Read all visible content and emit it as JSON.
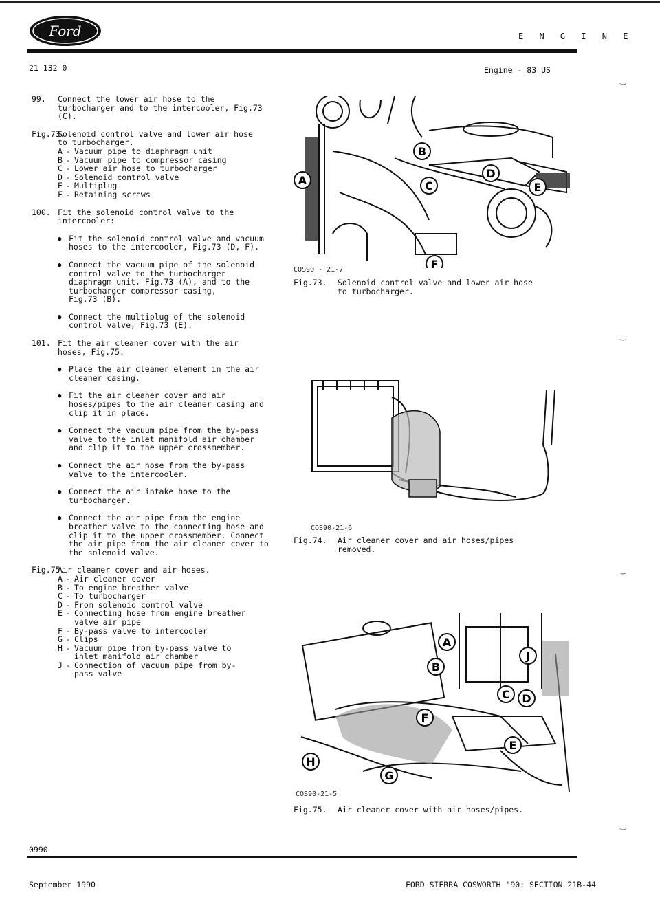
{
  "header": {
    "logo_text": "Ford",
    "title": "E N G I N E",
    "doc_number": "21 132 0",
    "section": "Engine - 83 US"
  },
  "steps": {
    "s99": {
      "num": "99.",
      "lines": [
        "Connect the lower air hose to the",
        "turbocharger and to the intercooler, Fig.73",
        "(C)."
      ]
    },
    "fig73_list": {
      "num": "Fig.73.",
      "lines": [
        "Solenoid control valve and lower air hose",
        "to turbocharger."
      ],
      "items": [
        {
          "k": "A",
          "v": "Vacuum pipe to diaphragm unit"
        },
        {
          "k": "B",
          "v": "Vacuum pipe to compressor casing"
        },
        {
          "k": "C",
          "v": "Lower air hose to turbocharger"
        },
        {
          "k": "D",
          "v": "Solenoid control valve"
        },
        {
          "k": "E",
          "v": "Multiplug"
        },
        {
          "k": "F",
          "v": "Retaining screws"
        }
      ]
    },
    "s100": {
      "num": "100.",
      "lines": [
        "Fit the solenoid control valve to the",
        "intercooler:"
      ]
    },
    "s100_b1": [
      "Fit the solenoid control valve and vacuum",
      "hoses to the intercooler, Fig.73 (D, F)."
    ],
    "s100_b2": [
      "Connect the vacuum pipe of the solenoid",
      "control valve to the turbocharger",
      "diaphragm unit, Fig.73 (A), and to the",
      "turbocharger compressor casing,",
      "Fig.73 (B)."
    ],
    "s100_b3": [
      "Connect the multiplug of the solenoid",
      "control valve, Fig.73 (E)."
    ],
    "s101": {
      "num": "101.",
      "lines": [
        "Fit the air cleaner cover with the air",
        "hoses, Fig.75."
      ]
    },
    "s101_b1": [
      "Place the air cleaner element in the air",
      "cleaner casing."
    ],
    "s101_b2": [
      "Fit the air cleaner cover and air",
      "hoses/pipes to the air cleaner casing and",
      "clip it in place."
    ],
    "s101_b3": [
      "Connect the vacuum pipe from the by-pass",
      "valve to the inlet manifold air chamber",
      "and clip it to the upper crossmember."
    ],
    "s101_b4": [
      "Connect the air hose from the by-pass",
      "valve to the intercooler."
    ],
    "s101_b5": [
      "Connect the air intake hose to the",
      "turbocharger."
    ],
    "s101_b6": [
      "Connect the air pipe from the engine",
      "breather valve to the connecting hose and",
      "clip it to the upper crossmember.  Connect",
      "the air pipe from the air cleaner cover to",
      "the solenoid valve."
    ],
    "fig75_list": {
      "num": "Fig.75.",
      "lines": [
        "Air cleaner cover and air hoses."
      ],
      "items": [
        {
          "k": "A",
          "v": [
            "Air cleaner cover"
          ]
        },
        {
          "k": "B",
          "v": [
            "To engine breather valve"
          ]
        },
        {
          "k": "C",
          "v": [
            "To turbocharger"
          ]
        },
        {
          "k": "D",
          "v": [
            "From solenoid control valve"
          ]
        },
        {
          "k": "E",
          "v": [
            "Connecting hose from engine breather",
            "valve air pipe"
          ]
        },
        {
          "k": "F",
          "v": [
            "By-pass valve to intercooler"
          ]
        },
        {
          "k": "G",
          "v": [
            "Clips"
          ]
        },
        {
          "k": "H",
          "v": [
            "Vacuum pipe from by-pass valve to",
            "inlet manifold air chamber"
          ]
        },
        {
          "k": "J",
          "v": [
            "Connection of vacuum pipe from by-",
            "pass valve"
          ]
        }
      ]
    }
  },
  "figures": {
    "fig73": {
      "ref": "COS90 - 21-7",
      "labels": [
        "A",
        "B",
        "C",
        "D",
        "E",
        "F"
      ],
      "cap_num": "Fig.73.",
      "cap_lines": [
        "Solenoid control valve and lower air hose",
        "to turbocharger."
      ]
    },
    "fig74": {
      "ref": "COS90-21-6",
      "cap_num": "Fig.74.",
      "cap_lines": [
        "Air cleaner cover and air hoses/pipes",
        "removed."
      ]
    },
    "fig75": {
      "ref": "COS90-21-5",
      "labels": [
        "A",
        "B",
        "C",
        "D",
        "E",
        "F",
        "G",
        "H",
        "J"
      ],
      "cap_num": "Fig.75.",
      "cap_lines": [
        "Air cleaner cover with air hoses/pipes."
      ]
    }
  },
  "footer": {
    "page_code": "0990",
    "date": "September 1990",
    "publication": "FORD SIERRA COSWORTH '90: SECTION 21B-44"
  }
}
